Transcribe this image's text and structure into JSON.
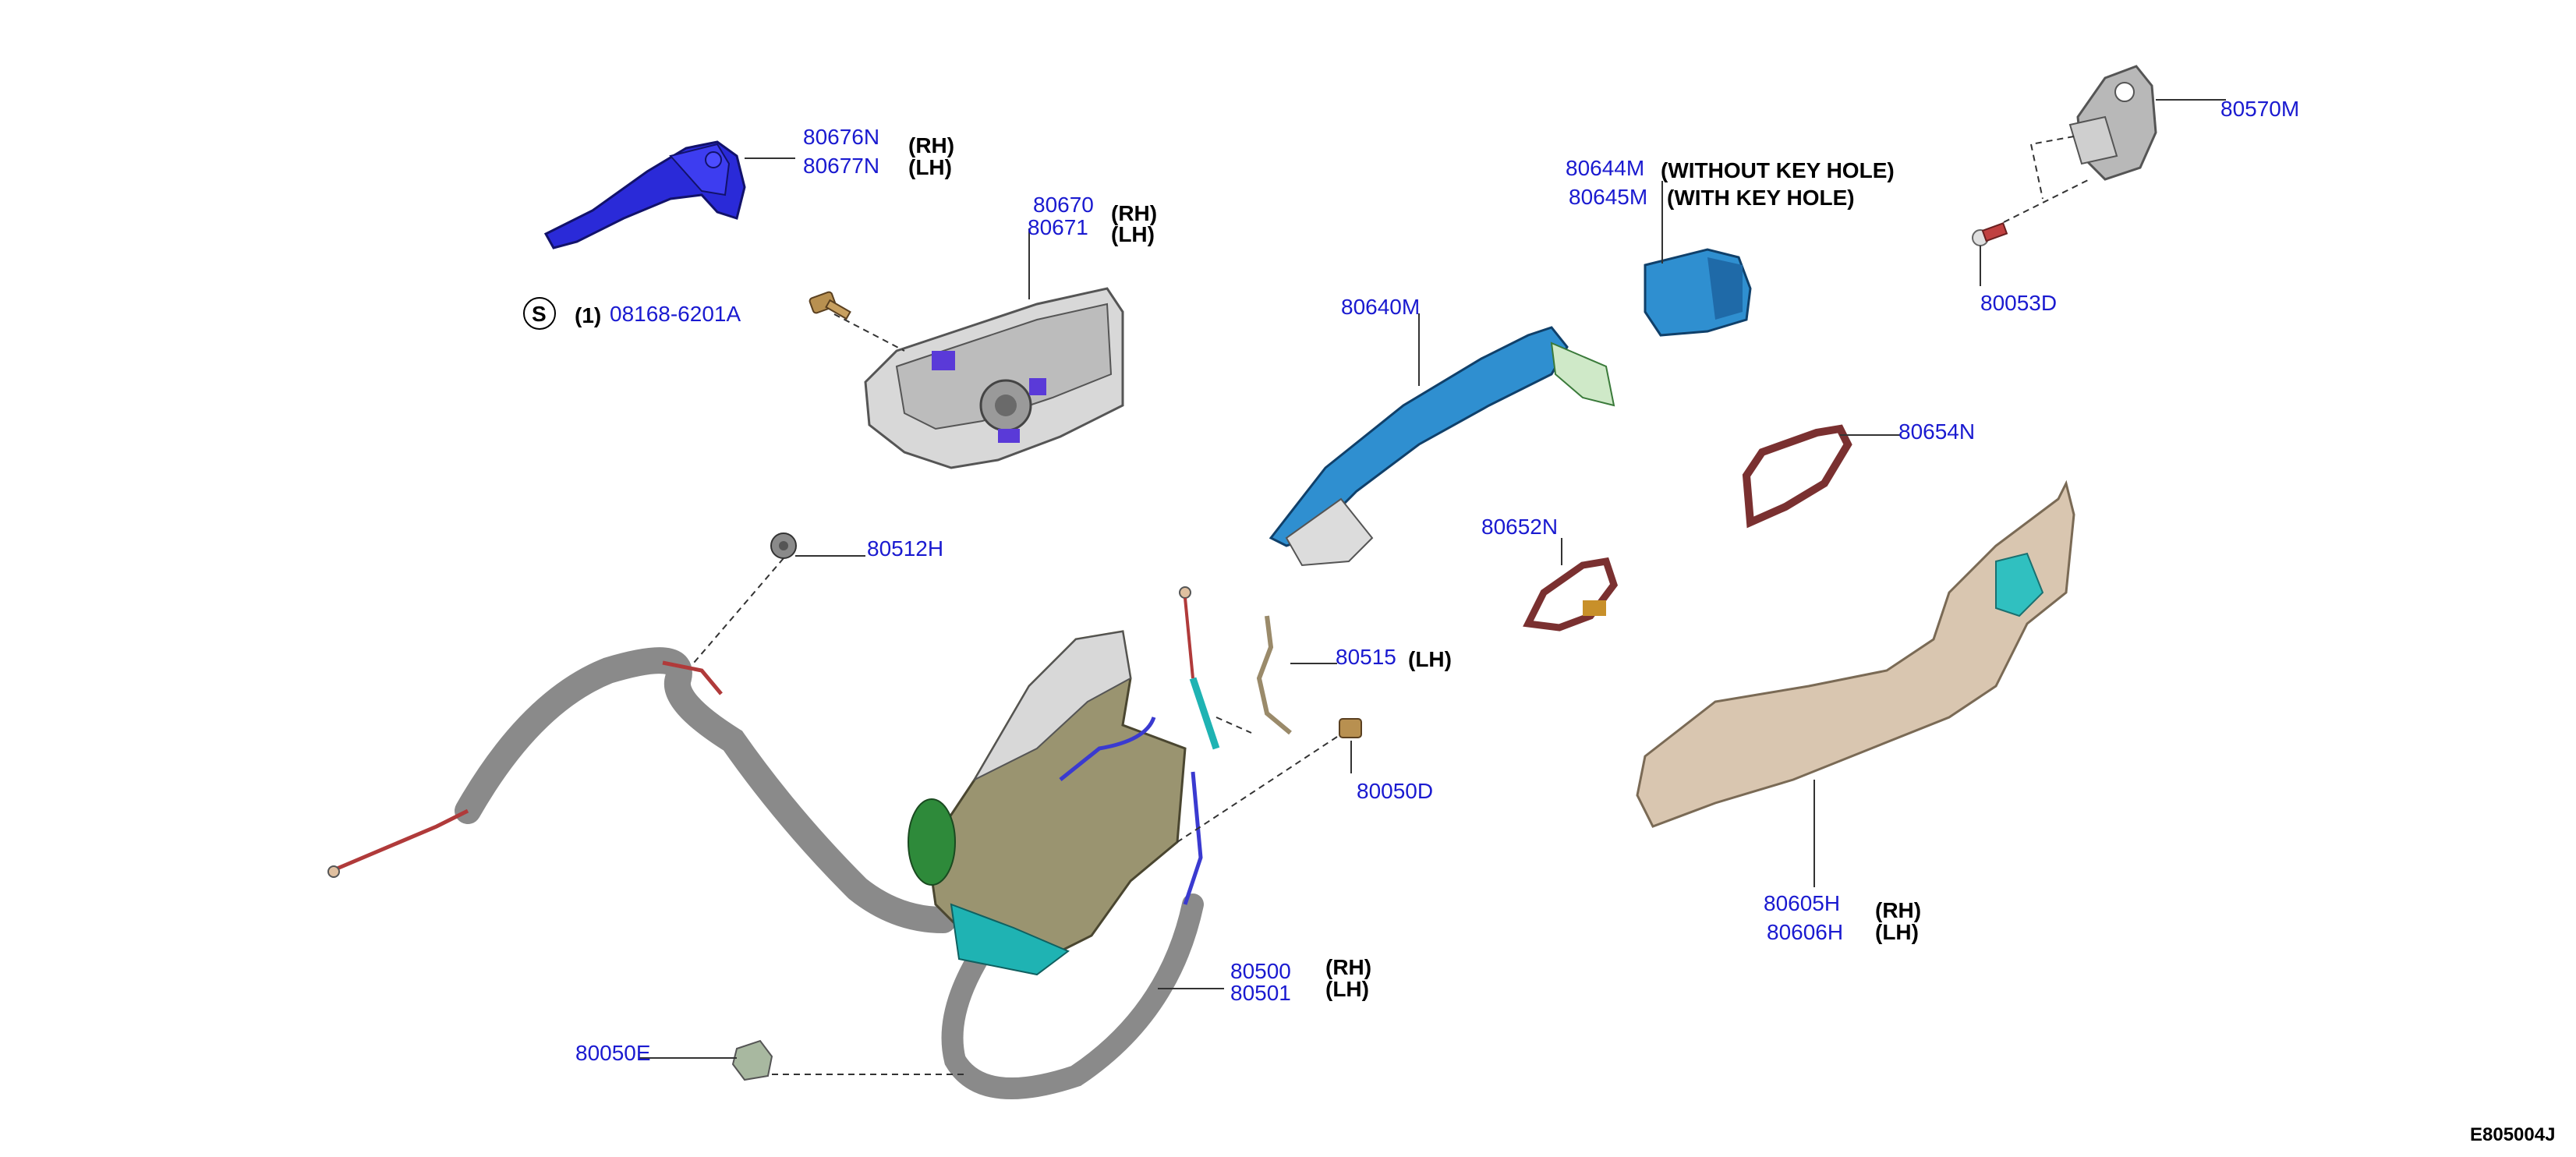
{
  "callouts": {
    "c80676": {
      "parts": [
        "80676N",
        "80677N"
      ],
      "notes": [
        "(RH)",
        "(LH)"
      ]
    },
    "c80670": {
      "parts": [
        "80670",
        "80671"
      ],
      "notes": [
        "(RH)",
        "(LH)"
      ]
    },
    "c08168": {
      "symbol": "S",
      "qty": "(1)",
      "part": "08168-6201A"
    },
    "c80640": {
      "part": "80640M"
    },
    "c80644": {
      "parts": [
        "80644M",
        "80645M"
      ],
      "notes": [
        "(WITHOUT KEY HOLE)",
        "(WITH KEY HOLE)"
      ]
    },
    "c80570": {
      "part": "80570M"
    },
    "c80053": {
      "part": "80053D"
    },
    "c80654": {
      "part": "80654N"
    },
    "c80652": {
      "part": "80652N"
    },
    "c80512": {
      "part": "80512H"
    },
    "c80515": {
      "part": "80515",
      "note": "(LH)"
    },
    "c80050d": {
      "part": "80050D"
    },
    "c80605": {
      "parts": [
        "80605H",
        "80606H"
      ],
      "notes": [
        "(RH)",
        "(LH)"
      ]
    },
    "c80500": {
      "parts": [
        "80500",
        "80501"
      ],
      "notes": [
        "(RH)",
        "(LH)"
      ]
    },
    "c80050e": {
      "part": "80050E"
    }
  },
  "figure_ref": "E805004J",
  "colors": {
    "part_number": "#1a1ad0",
    "inner_handle": "#2a2ad8",
    "outer_handle": "#2f8fd0",
    "lock_body": "#9a9470",
    "base_handle": "#d9c6b0",
    "cable_sheath": "#8a8a8a",
    "cable_wire": "#b03a3a",
    "gasket": "#7a3030",
    "teal": "#1fb3b3"
  },
  "icons": [
    "s-circle-icon"
  ]
}
